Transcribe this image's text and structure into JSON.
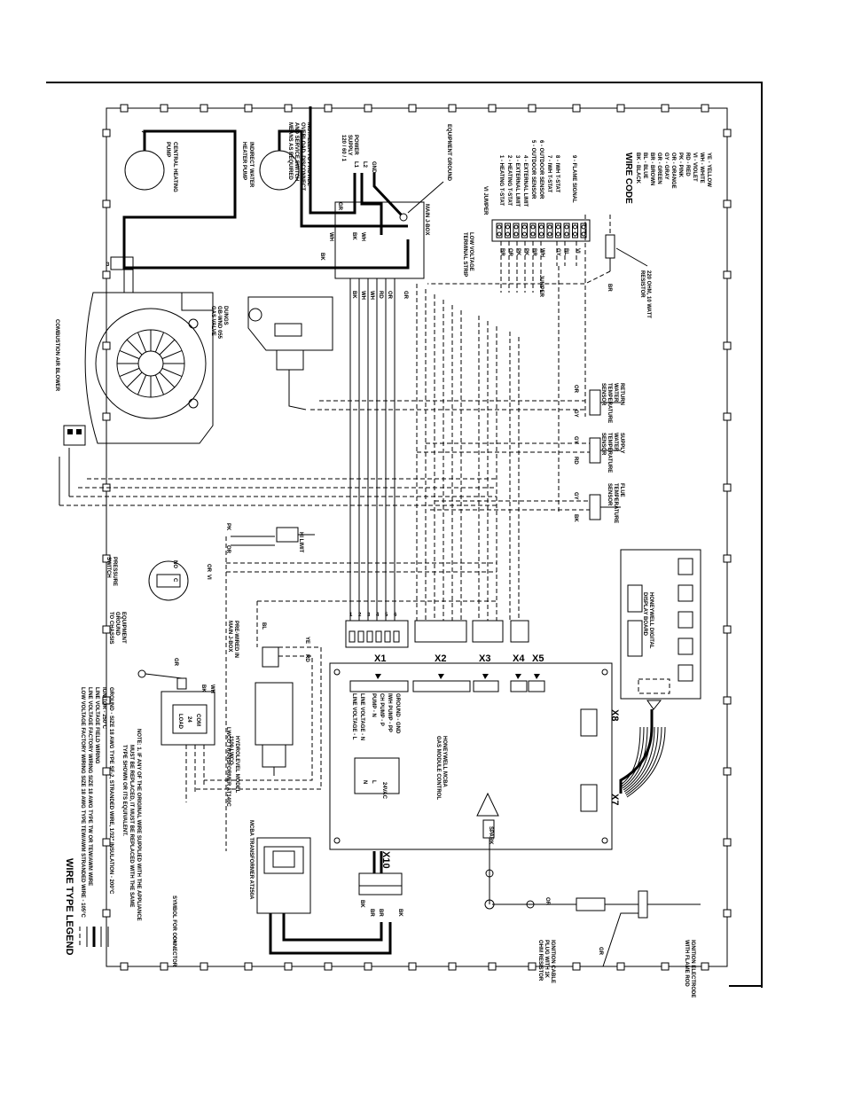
{
  "legend": {
    "title": "WIRE TYPE LEGEND",
    "lines": [
      "LOW VOLTAGE FACTORY WIRING SIZE 18 AWG TYPE TEW/AWM STRANDED WIRE - 105°C",
      "LINE VOLTAGE FACTORY WIRING SIZE 18 AWG TYPE TW OR TEW/AWM WIRE",
      "LINE VOLTAGE FIELD WIRING",
      "IGNITOR - 250°C",
      "GROUND - SIZE 18 AWG TYPE SF-2, STRANDED WIRE, 1/32\" INSULATION - 200°C"
    ],
    "note": [
      "NOTE: 1. IF ANY OF THE ORIGINAL WIRE SUPPLIED WITH THE APPLIANCE",
      "MUST BE REPLACED, IT MUST BE REPLACED WITH THE SAME",
      "TYPE SHOWN OR ITS EQUIVALENT."
    ],
    "connector_symbol": "SYMBOL FOR CONNECTOR"
  },
  "wire_code": {
    "title": "WIRE CODE",
    "items": [
      "BK - BLACK",
      "BL - BLUE",
      "BR - BROWN",
      "GR - GREEN",
      "GY - GRAY",
      "OR - ORANGE",
      "PK - PINK",
      "RD - RED",
      "VI - VIOLET",
      "WH - WHITE",
      "YE - YELLOW"
    ]
  },
  "terminal_strip": {
    "title": [
      "LOW VOLTAGE",
      "TERMINAL STRIP"
    ],
    "jumper_label": "VI JUMPER",
    "jumper": "JUMPER",
    "terminals": [
      "1 - HEATING T-STAT",
      "2 - HEATING T-STAT",
      "3 - EXTERNAL LIMIT",
      "4 - EXTERNAL LIMIT",
      "5 - OUTDOOR SENSOR",
      "6 - OUTDOOR SENSOR",
      "7 - IWH T-STAT",
      "8 - IWH T-STAT",
      "9 - FLAME SIGNAL"
    ],
    "wire_tags": [
      "BR",
      "OR",
      "PK",
      "PK",
      "BR",
      "WH",
      "GY",
      "BL",
      "VI"
    ]
  },
  "components": {
    "central_pump": [
      "CENTRAL HEATING",
      "PUMP"
    ],
    "iwh_pump": [
      "INDIRECT WATER",
      "HEATER PUMP"
    ],
    "installer_note": [
      "INSTALLER TO PROVIDE",
      "OVERLOAD, DISCONNECT",
      "AND SERVICE SWITCH",
      "MEANS AS REQUIRED"
    ],
    "power_supply": [
      "POWER",
      "SUPPLY",
      "120 / 60 / 1"
    ],
    "power_terminals": [
      "L1",
      "L2",
      "GND"
    ],
    "equipment_ground": "EQUIPMENT GROUND",
    "main_jbox": "MAIN J-BOX",
    "combustion_blower": "COMBUSTION AIR BLOWER",
    "gas_valve": [
      "DUNGS",
      "GB-WND 055",
      "GAS VALVE"
    ],
    "resistor": [
      "220 OHM, 10 WATT",
      "RESISTOR"
    ],
    "return_sensor": [
      "RETURN",
      "WATER",
      "TEMPERATURE",
      "SENSOR"
    ],
    "supply_sensor": [
      "SUPPLY",
      "WATER",
      "TEMPERATURE",
      "SENSOR"
    ],
    "flue_sensor": [
      "FLUE",
      "TEMPERATURE",
      "SENSOR"
    ],
    "hi_limit": "HI LIMIT",
    "pressure_switch": [
      "PRESSURE",
      "SWITCH"
    ],
    "pressure_switch_marks": [
      "C",
      "NO"
    ],
    "chassis_ground": [
      "EQUIPMENT",
      "GROUND",
      "TO CHASSIS"
    ],
    "prewired": [
      "PRE-WIRED IN",
      "MAIN J-BOX"
    ],
    "lwco_transformer": [
      "LWCO TRANSFORMER AT140C"
    ],
    "lwco_model": [
      "HYDROLEVEL MODEL",
      "1100 LWCO"
    ],
    "lwco_terminals": [
      "LOAD",
      "24",
      "COM"
    ],
    "display_board": [
      "HONEYWELL DIGITAL",
      "DISPLAY BOARD"
    ],
    "mcba": [
      "HONEYWELL MCBA",
      "GAS MODULE CONTROL"
    ],
    "mcba_transformer": "MCBA TRANSFORMER AT250A",
    "ignition_cable": [
      "IGNITION CABLE",
      "PLUG WITH 1K",
      "OHM RESISTOR"
    ],
    "ignition_electrode": [
      "IGNITION ELECTRODE",
      "WITH FLAME ROD"
    ],
    "spark": "SPARK",
    "vac": "24VAC"
  },
  "connectors": {
    "x1": "X1",
    "x2": "X2",
    "x3": "X3",
    "x4": "X4",
    "x5": "X5",
    "x7": "X7",
    "x8": "X8",
    "x10": "X10",
    "x1_pins": [
      "LINE VOLTAGE - L",
      "LINE VOLTAGE - N",
      "PUMP - N",
      "CH PUMP - P",
      "IWH PUMP - PP",
      "GROUND - GND"
    ],
    "x10_pins": [
      "N",
      "L",
      "24VAC"
    ]
  },
  "wire_tags": {
    "gr": "GR",
    "bk": "BK",
    "wh": "WH",
    "bl": "BL",
    "rd": "RD",
    "or": "OR",
    "gy": "GY",
    "pk": "PK",
    "ye": "YE",
    "br": "BR",
    "vi": "VI"
  },
  "pin_numbers": [
    "1",
    "2",
    "3",
    "4",
    "5",
    "6"
  ]
}
